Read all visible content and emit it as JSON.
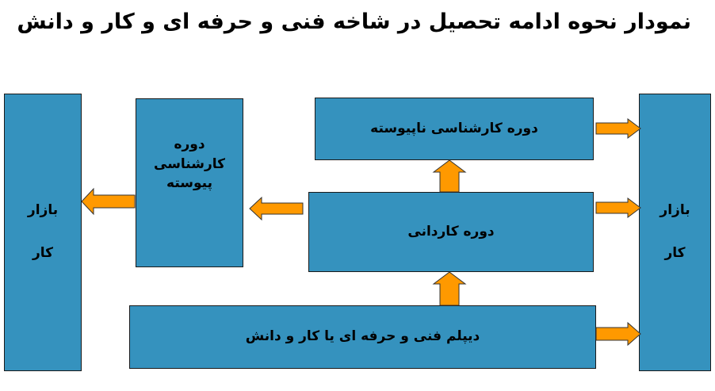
{
  "title": "نمودار نحوه ادامه تحصیل در شاخه فنی و حرفه ای و کار و دانش",
  "boxes": {
    "market_left": {
      "line1": "بازار",
      "line2": "کار"
    },
    "market_right": {
      "line1": "بازار",
      "line2": "کار"
    },
    "continuous_bachelor": {
      "line1": "دوره",
      "line2": "کارشناسی",
      "line3": "پیوسته"
    },
    "non_continuous_bachelor": "دوره کارشناسی ناپیوسته",
    "associate": "دوره کاردانی",
    "diploma": "دیپلم فنی و حرفه ای یا کار و دانش"
  },
  "colors": {
    "box": "#3592be",
    "arrow": "#ff9900"
  }
}
